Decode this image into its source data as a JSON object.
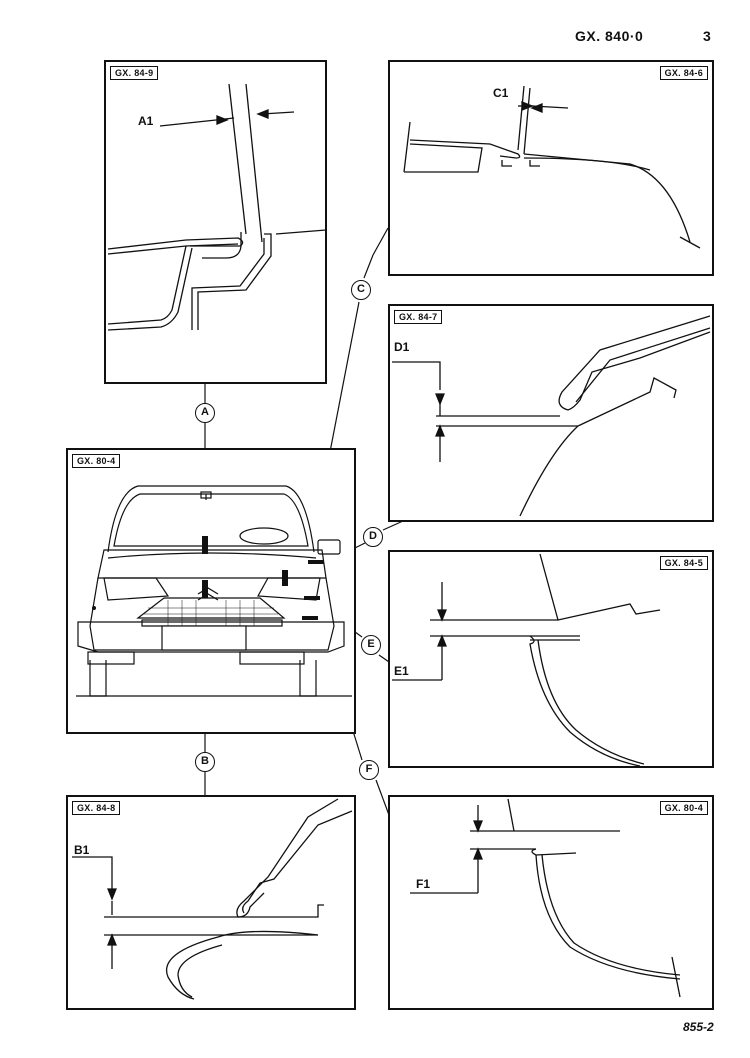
{
  "header": {
    "doc_ref": "GX. 840·0",
    "page_number": "3"
  },
  "footer": {
    "code": "855-2"
  },
  "panels": {
    "a": {
      "tag": "GX. 84-9",
      "dim": "A1"
    },
    "c": {
      "tag": "GX. 84-6",
      "dim": "C1"
    },
    "d": {
      "tag": "GX. 84-7",
      "dim": "D1"
    },
    "main": {
      "tag": "GX. 80-4"
    },
    "e": {
      "tag": "GX. 84-5",
      "dim": "E1"
    },
    "b": {
      "tag": "GX. 84-8",
      "dim": "B1"
    },
    "f": {
      "tag": "GX. 80-4",
      "dim": "F1"
    }
  },
  "callouts": {
    "a": "A",
    "b": "B",
    "c": "C",
    "d": "D",
    "e": "E",
    "f": "F"
  }
}
